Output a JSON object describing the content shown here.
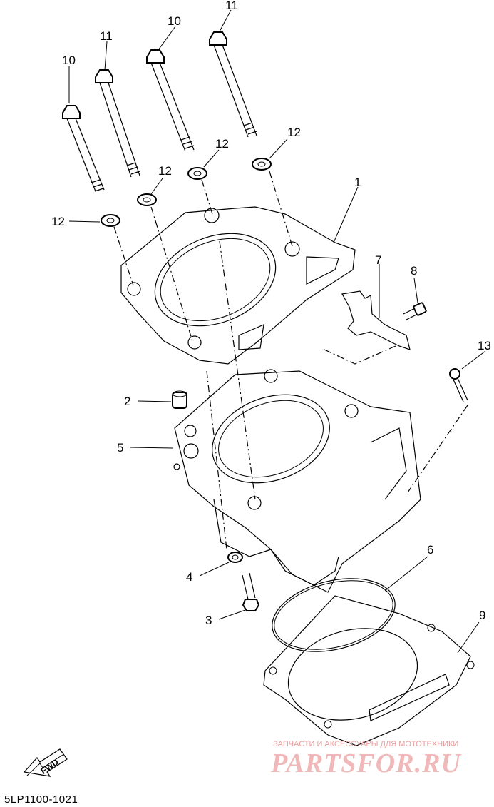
{
  "callouts": {
    "c1": "1",
    "c2": "2",
    "c3": "3",
    "c4": "4",
    "c5": "5",
    "c6": "6",
    "c7": "7",
    "c8": "8",
    "c9": "9",
    "c10a": "10",
    "c10b": "10",
    "c11a": "11",
    "c11b": "11",
    "c12a": "12",
    "c12b": "12",
    "c12c": "12",
    "c12d": "12",
    "c13": "13"
  },
  "fwd_label": "FWD",
  "diagram_code": "5LP1100-1021",
  "watermark": {
    "tagline": "ЗАПЧАСТИ И АКСЕССУАРЫ ДЛЯ МОТОТЕХНИКИ",
    "brand": "PARTSFOR.RU",
    "color": "#f0b8b8"
  }
}
